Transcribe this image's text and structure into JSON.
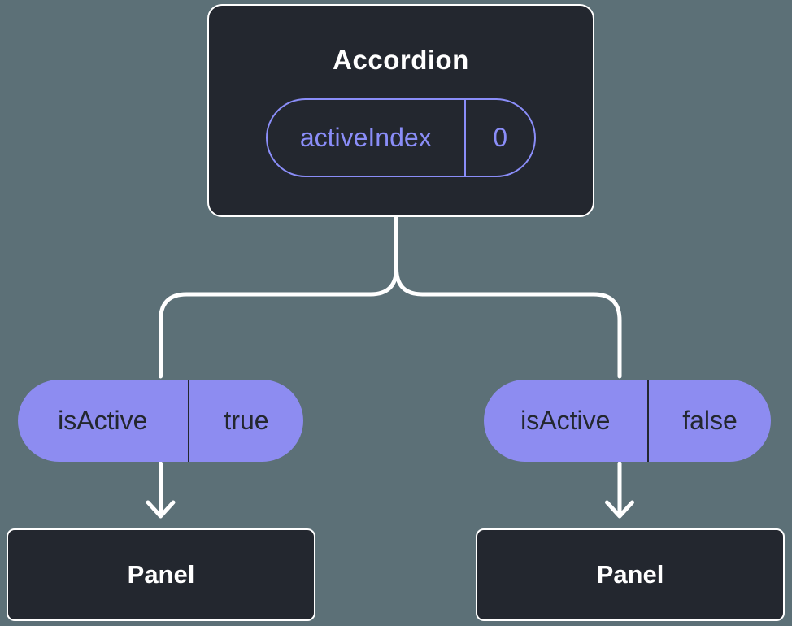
{
  "colors": {
    "background": "#5c7077",
    "node_fill": "#23272f",
    "accent_purple": "#8a8df8",
    "pill_fill": "#8d8cf1",
    "line_white": "#ffffff"
  },
  "diagram": {
    "root": {
      "title": "Accordion",
      "prop": {
        "name": "activeIndex",
        "value": "0"
      }
    },
    "children": [
      {
        "prop": {
          "name": "isActive",
          "value": "true"
        },
        "node_label": "Panel"
      },
      {
        "prop": {
          "name": "isActive",
          "value": "false"
        },
        "node_label": "Panel"
      }
    ]
  }
}
